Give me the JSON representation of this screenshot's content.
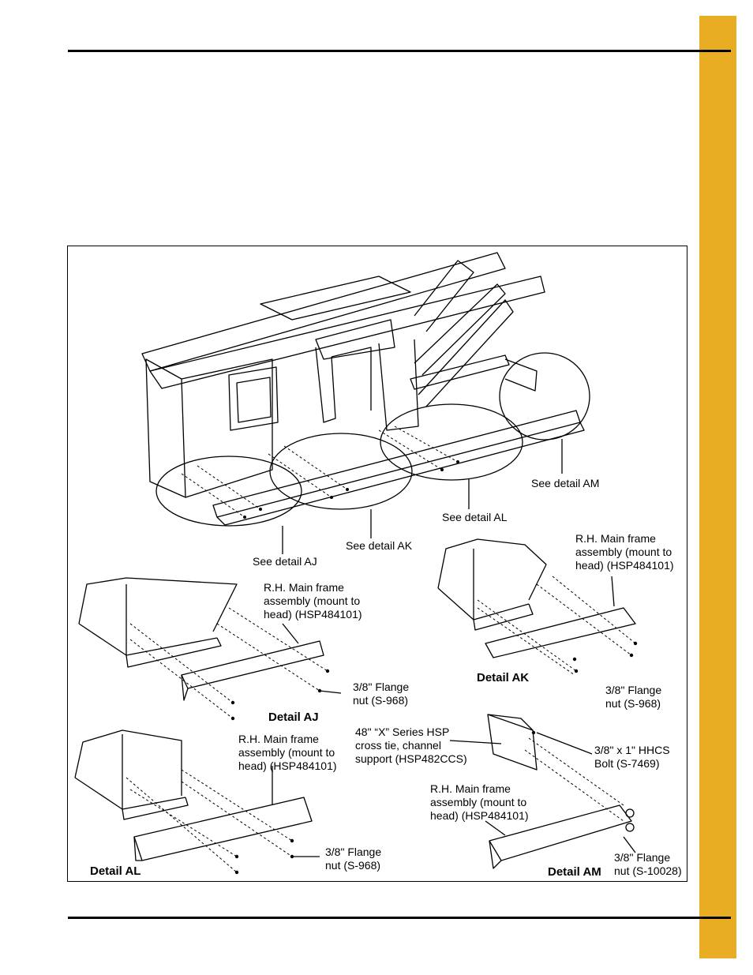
{
  "page": {
    "accent_color": "#e8ad23"
  },
  "figure": {
    "callouts": {
      "see_aj": "See detail AJ",
      "see_ak": "See detail AK",
      "see_al": "See detail AL",
      "see_am": "See detail AM"
    },
    "detail_aj": {
      "title": "Detail AJ",
      "frame_label": "R.H. Main frame\nassembly (mount to\nhead) (HSP484101)",
      "nut_label": "3/8\" Flange\nnut (S-968)"
    },
    "detail_ak": {
      "title": "Detail AK",
      "frame_label": "R.H. Main frame\nassembly (mount to\nhead) (HSP484101)",
      "nut_label": "3/8\" Flange\nnut (S-968)"
    },
    "detail_al": {
      "title": "Detail AL",
      "frame_label": "R.H. Main frame\nassembly (mount to\nhead) (HSP484101)",
      "nut_label": "3/8\" Flange\nnut (S-968)"
    },
    "detail_am": {
      "title": "Detail AM",
      "cross_tie_label": "48\" “X” Series HSP\ncross tie, channel\nsupport (HSP482CCS)",
      "bolt_label": "3/8\" x 1\" HHCS\nBolt (S-7469)",
      "frame_label": "R.H. Main frame\nassembly (mount to\nhead) (HSP484101)",
      "nut_label": "3/8\" Flange\nnut (S-10028)"
    }
  }
}
